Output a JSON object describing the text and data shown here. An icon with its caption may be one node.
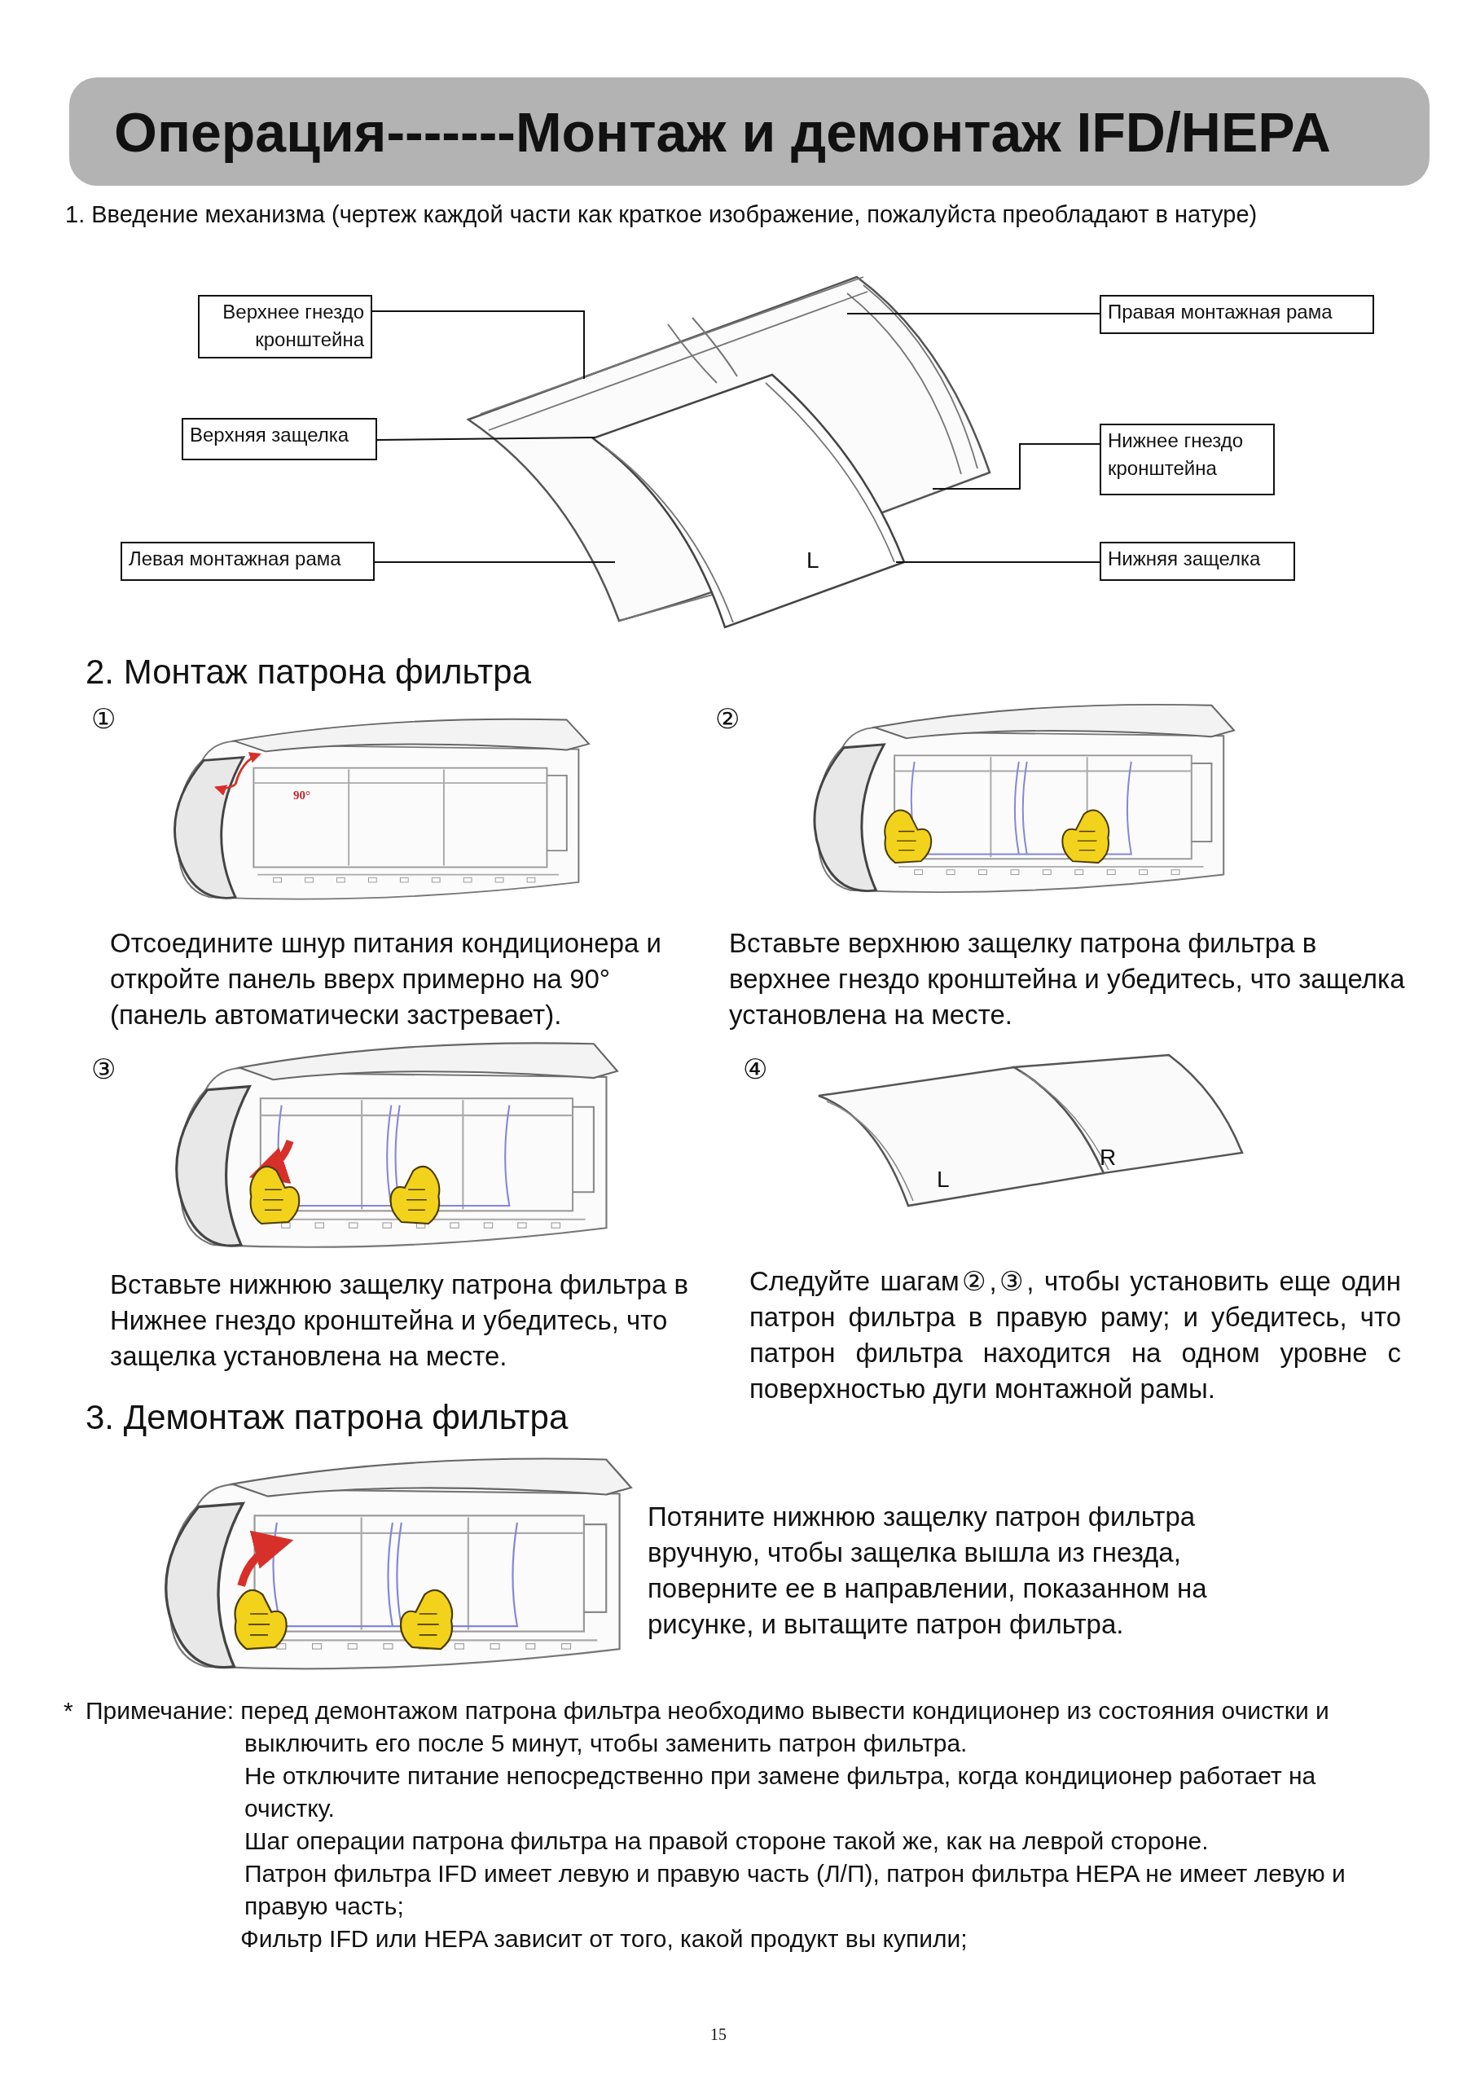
{
  "diagram": {
    "title": "Операция-------Монтаж и демонтаж IFD/HEPA",
    "nodes": [
      {
        "text": [
          "Верхнее гнездо кронштейна"
        ]
      },
      {
        "text": [
          "Правая монтажная рама"
        ]
      },
      {
        "text": [
          "Верхняя защелка"
        ]
      },
      {
        "text": [
          "Нижнее гнездо кронштейна"
        ]
      },
      {
        "text": [
          "Левая монтажная рама"
        ]
      },
      {
        "text": [
          "Нижняя защелка"
        ]
      }
    ],
    "edges": [
      {
        "from": 0,
        "to": null,
        "arrow": "none"
      },
      {
        "from": 1,
        "to": null,
        "arrow": "none"
      },
      {
        "from": 2,
        "to": null,
        "arrow": "none"
      },
      {
        "from": 3,
        "to": null,
        "arrow": "none"
      },
      {
        "from": 4,
        "to": null,
        "arrow": "none"
      },
      {
        "from": 5,
        "to": null,
        "arrow": "none"
      }
    ],
    "labels": [
      "1. Введение механизма (чертеж каждой части как краткое изображение, пожалуйста преобладают в натуре)",
      "L",
      "2. Монтаж патрона фильтра",
      "①",
      "90°",
      "Отсоедините шнур питания кондиционера и откройте панель вверх примерно на 90° (панель автоматически застревает).",
      "②",
      "Вставьте верхнюю защелку патрона фильтра в верхнее гнездо кронштейна и убедитесь, что защелка установлена на месте.",
      "③",
      "④",
      "L",
      "R",
      "Вставьте нижнюю защелку патрона фильтра в Нижнее гнездо кронштейна и убедитесь, что защелка установлена на месте.",
      "Следуйте шагам②,③, чтобы установить еще один патрон фильтра в правую раму; и убедитесь, что патрон фильтра находится на одном уровне с поверхностью дуги монтажной рамы.",
      "3. Демонтаж патрона фильтра",
      "Потяните нижнюю защелку патрон фильтра вручную, чтобы защелка вышла из гнезда, поверните ее в направлении, показанном на рисунке, и вытащите патрон фильтра.",
      "*",
      "Примечание: перед демонтажом патрона фильтра необходимо вывести кондиционер из состояния очистки и выключить его после 5 минут, чтобы заменить патрон фильтра.",
      "Не отключите питание непосредственно при замене фильтра, когда кондиционер работает на очистку.",
      "Шаг операции патрона фильтра на правой стороне такой же, как на леврой стороне.",
      "Патрон фильтра IFD имеет левую и правую часть (Л/П), патрон фильтра HEPA не имеет левую и правую часть;",
      "Фильтр IFD или HEPA зависит от того, какой продукт вы купили;",
      "15"
    ]
  }
}
